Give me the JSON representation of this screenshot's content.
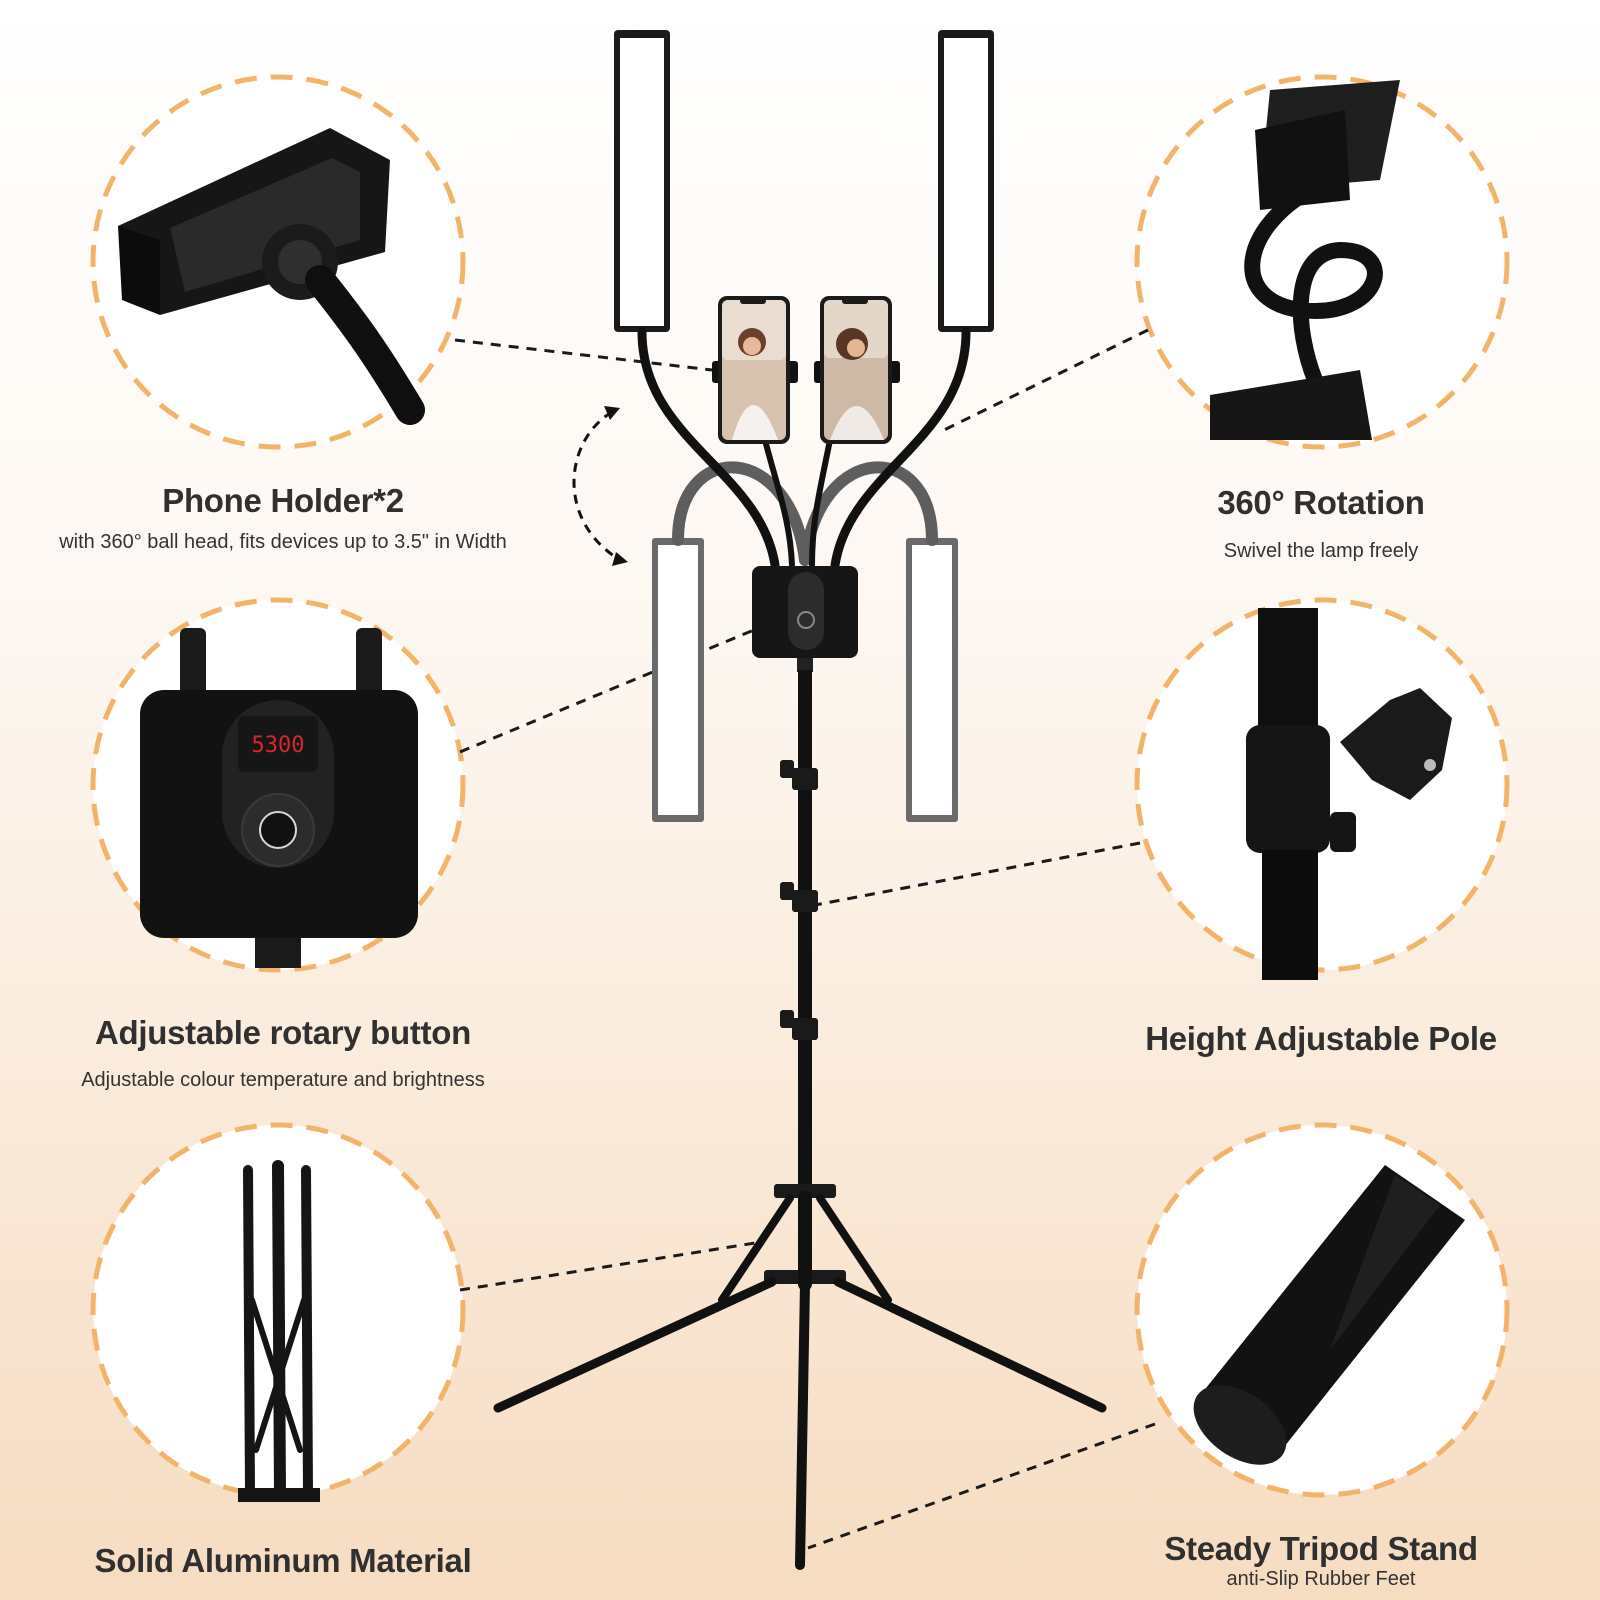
{
  "features": {
    "phone_holder": {
      "title": "Phone Holder*2",
      "subtitle": "with 360° ball head, fits devices up to 3.5\" in Width"
    },
    "rotation": {
      "title": "360° Rotation",
      "subtitle": "Swivel the lamp freely"
    },
    "rotary_button": {
      "title": "Adjustable rotary button",
      "subtitle": "Adjustable colour temperature and brightness",
      "display_readout": "5300"
    },
    "height_pole": {
      "title": "Height Adjustable Pole"
    },
    "aluminum": {
      "title": "Solid Aluminum Material"
    },
    "tripod": {
      "title": "Steady Tripod Stand",
      "subtitle": "anti-Slip Rubber Feet"
    }
  },
  "colors": {
    "dashed_circle": "#f2b36a",
    "product_black": "#141414",
    "readout_red": "#d8262b"
  }
}
